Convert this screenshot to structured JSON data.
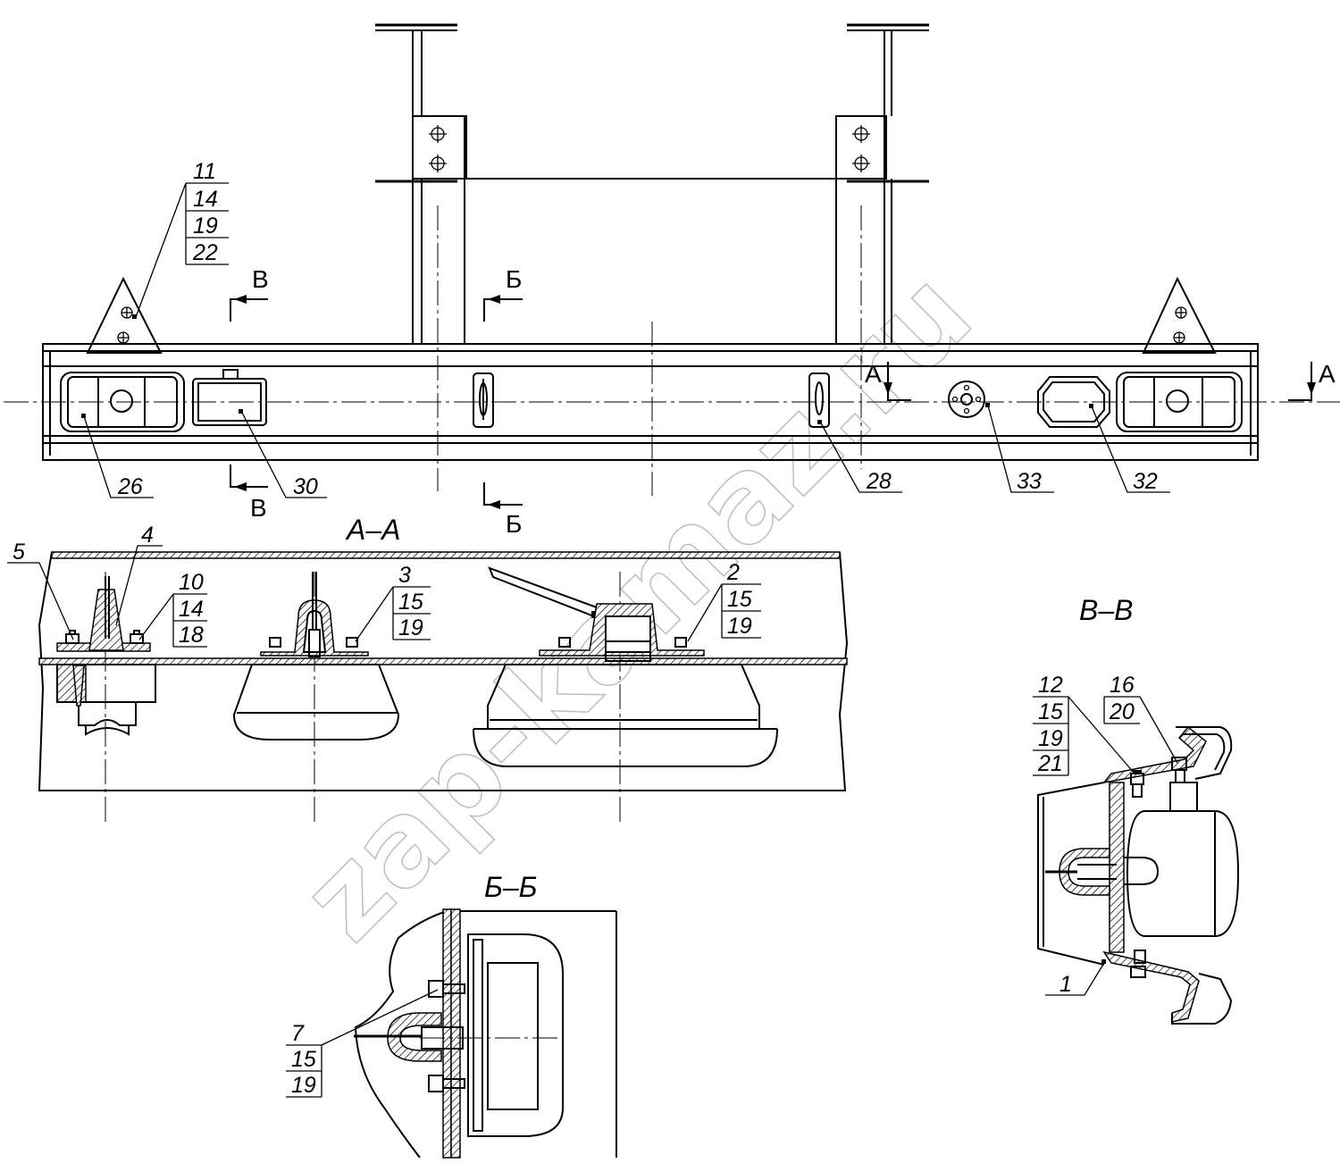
{
  "watermark": "zap-kamaz.ru",
  "section_titles": {
    "aa": "А–А",
    "bb": "Б–Б",
    "vv": "В–В"
  },
  "cut_marks": {
    "a": "А",
    "b": "Б",
    "v": "В"
  },
  "callouts": {
    "c_11": [
      "11",
      "14",
      "19",
      "22"
    ],
    "c_26": "26",
    "c_30": "30",
    "c_28": "28",
    "c_33": "33",
    "c_32": "32",
    "c_5": "5",
    "c_4": "4",
    "c_10": [
      "10",
      "14",
      "18"
    ],
    "c_3": [
      "3",
      "15",
      "19"
    ],
    "c_2": [
      "2",
      "15",
      "19"
    ],
    "c_12": [
      "12",
      "15",
      "19",
      "21"
    ],
    "c_16": [
      "16",
      "20"
    ],
    "c_1": "1",
    "c_7": [
      "7",
      "15",
      "19"
    ]
  }
}
